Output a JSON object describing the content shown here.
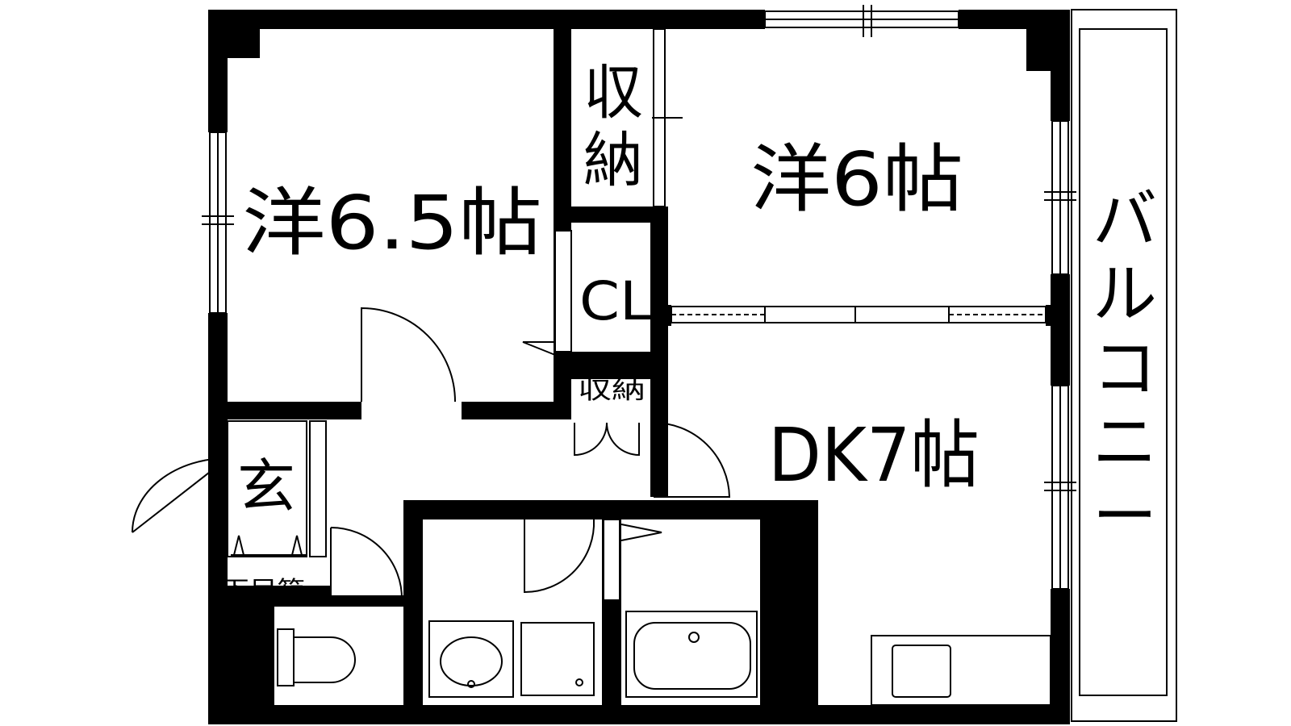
{
  "rooms": {
    "western_a": "洋6.5帖",
    "western_b": "洋6帖",
    "dk": "DK7帖",
    "storage_top": "収\n納",
    "closet": "CL",
    "storage_small": "収納",
    "entrance": "玄",
    "shoe_box": "下足箱",
    "balcony": "バ\nル\nコ\nニ\nー"
  },
  "colors": {
    "wall": "#000000",
    "background": "#ffffff"
  }
}
